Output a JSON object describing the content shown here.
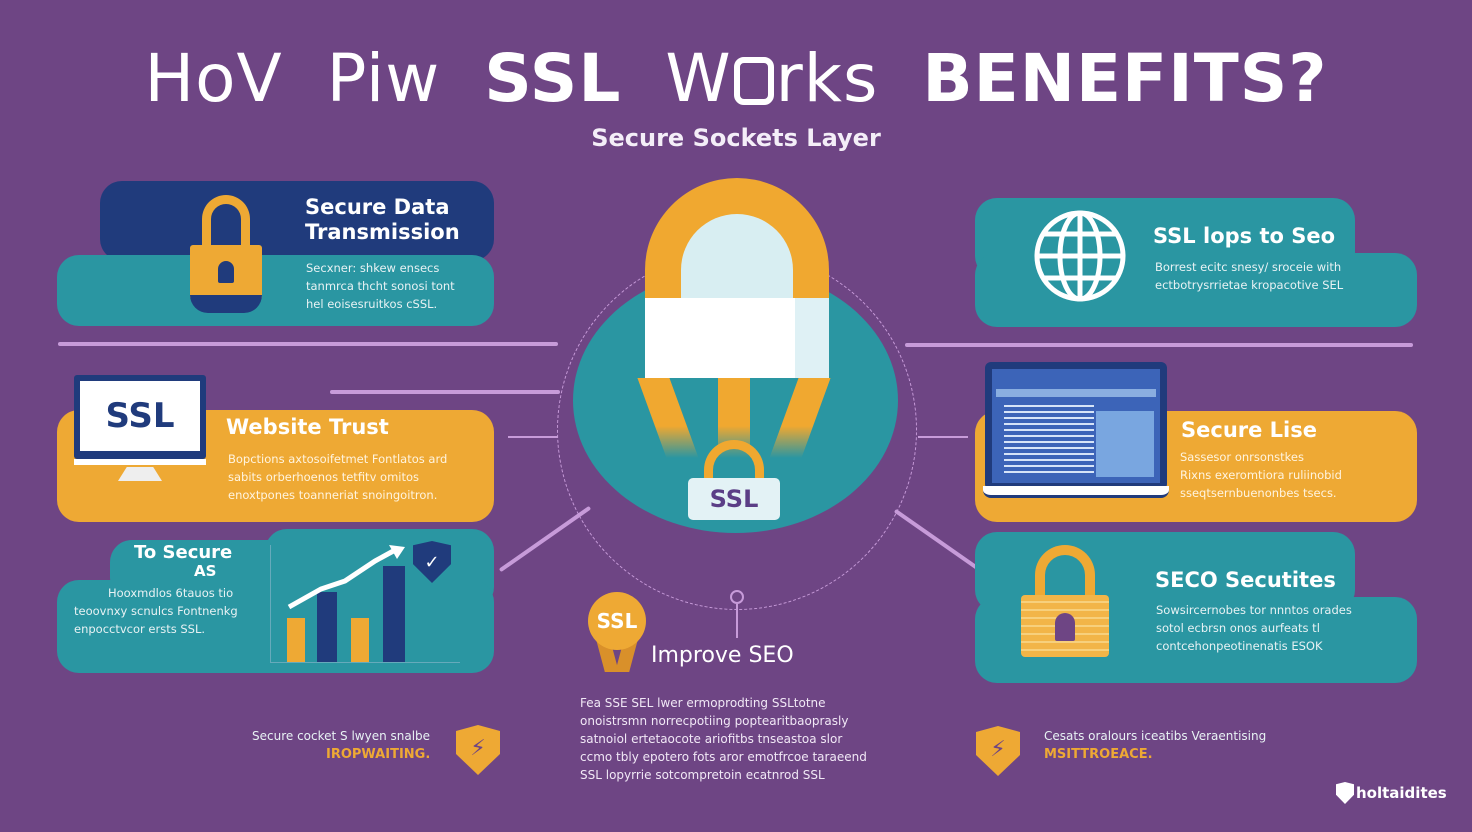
{
  "header": {
    "title_part1": "HoV",
    "title_part2": "Piw",
    "title_part3": "SSL",
    "title_part4": "W",
    "title_part5": "rks",
    "title_part6": "BENEFITS?",
    "subtitle": "Secure Sockets Layer"
  },
  "colors": {
    "background": "#6e4584",
    "teal": "#2a96a2",
    "navy": "#203b7c",
    "orange": "#eea934",
    "connector": "#c79bd9"
  },
  "cards": [
    {
      "title_line1": "Secure Data",
      "title_line2": "Transmission",
      "body": [
        "Secxner: shkew ensecs",
        "tanmrca thcht sonosi tont",
        "hel eoisesruitkos cSSL."
      ],
      "icon": "padlock-icon"
    },
    {
      "title": "Website Trust",
      "icon_label": "SSL",
      "body": [
        "Bopctions axtosoifetmet Fontlatos ard",
        "sabits orberhoenos tetfitv omitos",
        "enoxtpones toanneriat snoingoitron."
      ],
      "icon": "monitor-icon"
    },
    {
      "title_line1": "To Secure",
      "title_line2": "AS",
      "body": [
        "Hooxmdlos 6tauos tio",
        "teoovnxy scnulcs Fontnenkg",
        "enpocctvcor ersts SSL."
      ],
      "icon": "growth-chart-icon"
    },
    {
      "title": "SSL lops to Seo",
      "body": [
        "Borrest ecitc snesy/ sroceie with",
        "ectbotrysrrietae kropacotive SEL"
      ],
      "icon": "globe-icon"
    },
    {
      "title": "Secure Lise",
      "body": [
        "Sassesor onrsonstkes",
        "Rixns exeromtiora ruliinobid",
        "sseqtsernbuenonbes tsecs."
      ],
      "icon": "laptop-icon"
    },
    {
      "title": "SECO Secutites",
      "body": [
        "Sowsircernobes tor nnntos orades",
        "sotol ecbrsn onos aurfeats tl",
        "contcehonpeotinenatis ESOK"
      ],
      "icon": "padlock-icon"
    }
  ],
  "center": {
    "lock_label": "SSL",
    "badge_text": "SSL",
    "improve_title": "Improve SEO",
    "improve_body": [
      "Fea SSE SEL lwer ermoprodting SSLtotne",
      "onoistrsmn norrecpotiing poptearitbaoprasly",
      "satnoiol ertetaocote ariofitbs tnseastoa slor",
      "ccmo tbly epotero fots aror emotfrcoe taraeend",
      "SSL lopyrrie sotcompretoin ecatnrod SSL"
    ]
  },
  "footer": {
    "left_line1": "Secure cocket S lwyen snalbe",
    "left_line2": "IROPWAITING.",
    "right_line1": "Cesats oralours iceatibs Veraentising",
    "right_line2": "MSITTROEACE.",
    "brand": "holtaidites"
  }
}
